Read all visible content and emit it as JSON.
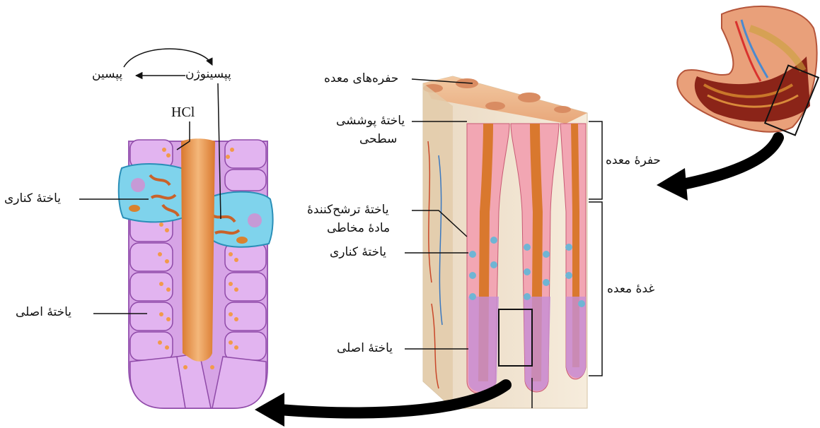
{
  "left_panel": {
    "pepsinogen": "پپسینوژن",
    "pepsin": "پپسین",
    "hcl": "HCl",
    "parietal_cell": "یاختهٔ کناری",
    "chief_cell": "یاختهٔ اصلی"
  },
  "middle_panel": {
    "gastric_pits": "حفره‌های معده",
    "surface_epithelial_cell_line1": "یاختهٔ پوششی",
    "surface_epithelial_cell_line2": "سطحی",
    "mucus_cell_line1": "یاختهٔ ترشح‌کنندهٔ",
    "mucus_cell_line2": "مادهٔ مخاطی",
    "parietal_cell": "یاختهٔ کناری",
    "chief_cell": "یاختهٔ اصلی"
  },
  "right_brackets": {
    "gastric_pit": "حفرهٔ معده",
    "gastric_gland": "غدهٔ معده"
  }
}
